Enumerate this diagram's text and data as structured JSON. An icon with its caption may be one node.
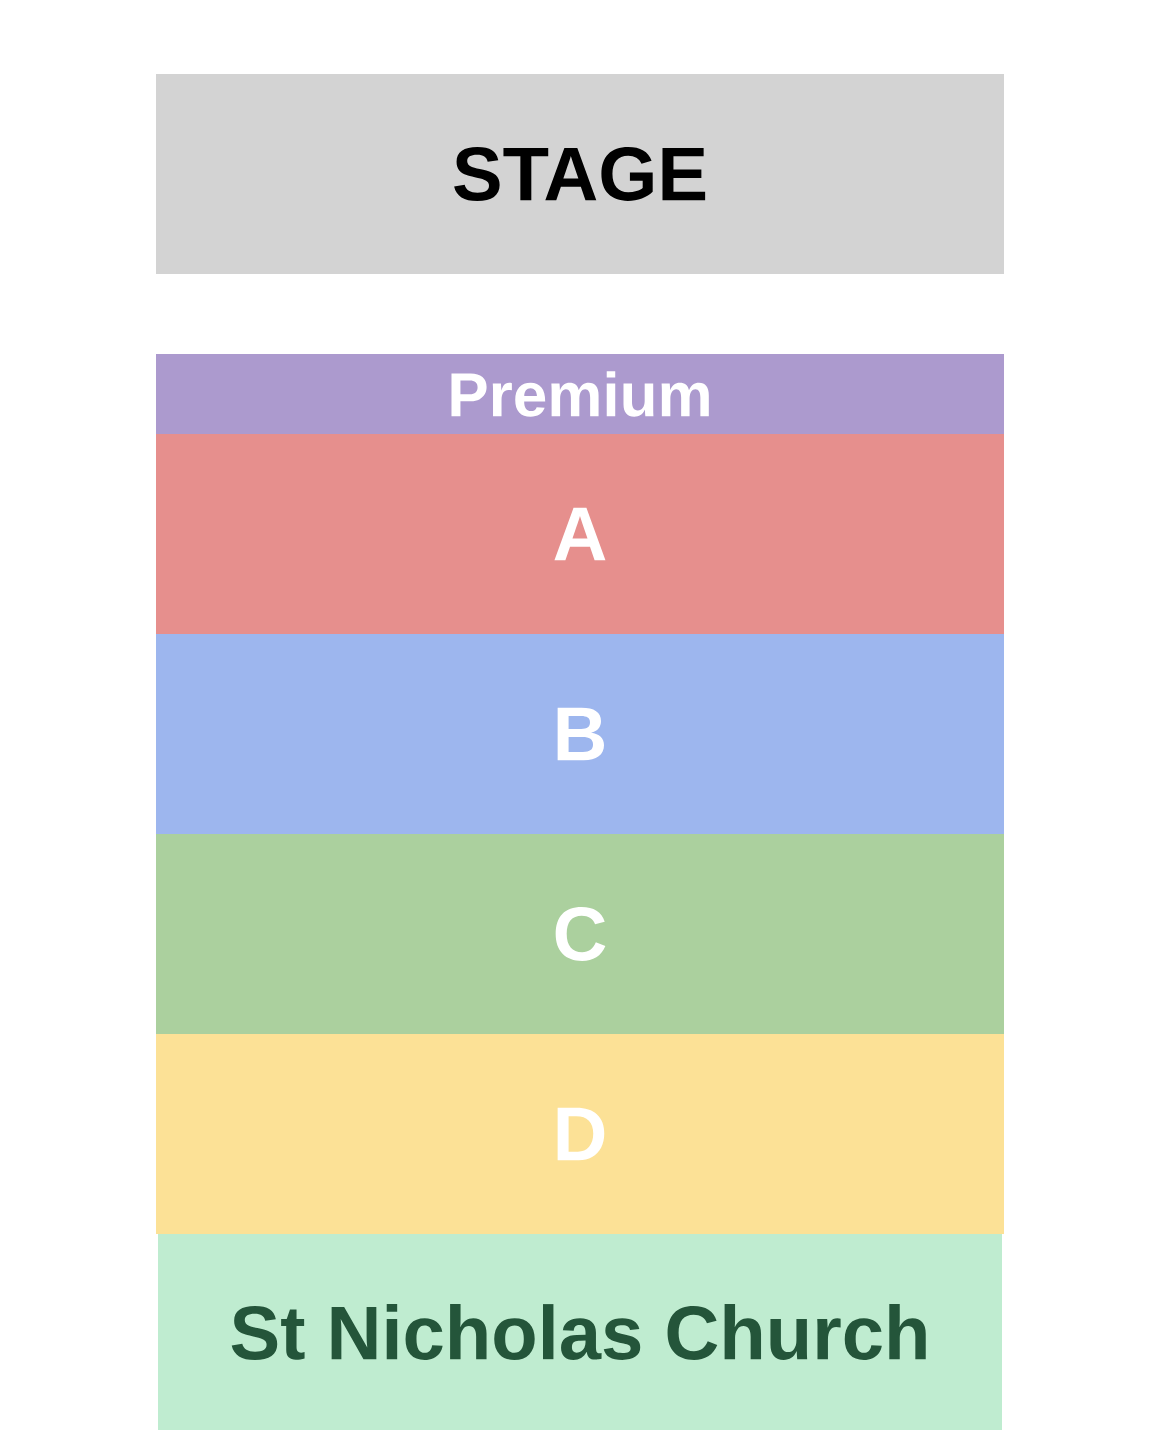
{
  "diagram": {
    "nodes": [
      {
        "text": [
          "STAGE"
        ]
      },
      {
        "text": [
          "Premium"
        ]
      },
      {
        "text": [
          "A"
        ]
      },
      {
        "text": [
          "B"
        ]
      },
      {
        "text": [
          "C"
        ]
      },
      {
        "text": [
          "D"
        ]
      },
      {
        "text": [
          "St Nicholas Church"
        ]
      }
    ]
  }
}
